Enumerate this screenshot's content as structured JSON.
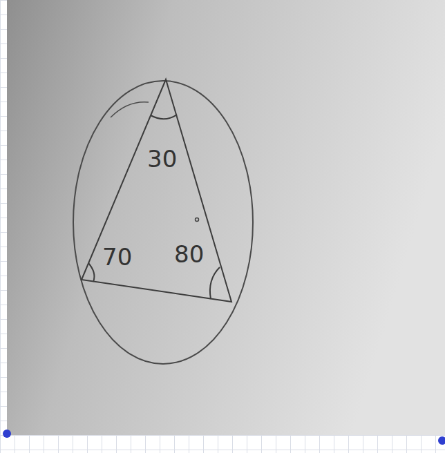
{
  "diagram": {
    "labels": [
      "30",
      "70",
      "80"
    ]
  }
}
